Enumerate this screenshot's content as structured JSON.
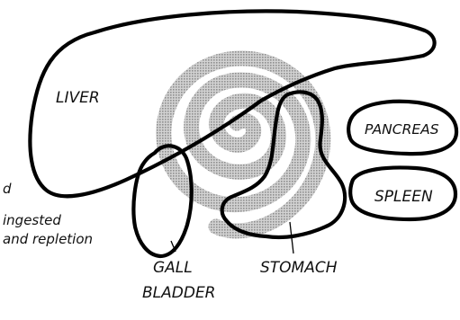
{
  "side_text": {
    "line1": "d",
    "line2": "ingested",
    "line3": "and repletion"
  },
  "organs": {
    "liver": "LIVER",
    "pancreas": "PANCREAS",
    "spleen": "SPLEEN",
    "stomach": "STOMACH",
    "gall_bladder_line1": "GALL",
    "gall_bladder_line2": "BLADDER"
  },
  "colors": {
    "outline": "#000000",
    "spiral": "#b5b5b5",
    "background": "#ffffff"
  },
  "icons": {
    "spiral": "spiral-target-icon"
  }
}
